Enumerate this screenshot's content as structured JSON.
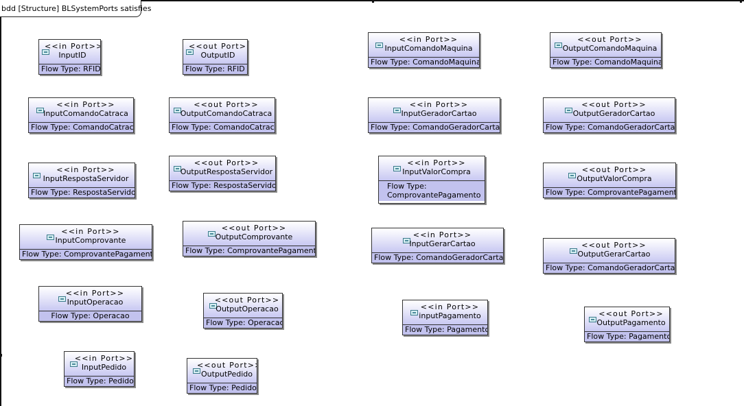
{
  "diagram": {
    "title": "bdd [Structure] BLSystemPorts satisfies",
    "blocks": [
      {
        "stereotype": "<<in Port>>",
        "name": "InputID",
        "flow": "Flow Type: RFID"
      },
      {
        "stereotype": "<<out Port>>",
        "name": "OutputID",
        "flow": "Flow Type: RFID"
      },
      {
        "stereotype": "<<in Port>>",
        "name": "InputComandoMaquina",
        "flow": "Flow Type: ComandoMaquina"
      },
      {
        "stereotype": "<<out Port>>",
        "name": "OutputComandoMaquina",
        "flow": "Flow Type: ComandoMaquina"
      },
      {
        "stereotype": "<<in Port>>",
        "name": "InputComandoCatraca",
        "flow": "Flow Type: ComandoCatraca"
      },
      {
        "stereotype": "<<out Port>>",
        "name": "OutputComandoCatraca",
        "flow": "Flow Type: ComandoCatraca"
      },
      {
        "stereotype": "<<in Port>>",
        "name": "InputGeradorCartao",
        "flow": "Flow Type: ComandoGeradorCartao"
      },
      {
        "stereotype": "<<out Port>>",
        "name": "OutputGeradorCartao",
        "flow": "Flow Type: ComandoGeradorCartao"
      },
      {
        "stereotype": "<<in Port>>",
        "name": "InputRespostaServidor",
        "flow": "Flow Type: RespostaServidor"
      },
      {
        "stereotype": "<<out Port>>",
        "name": "OutputRespostaServidor",
        "flow": "Flow Type: RespostaServidor"
      },
      {
        "stereotype": "<<in Port>>",
        "name": "InputValorCompra",
        "flow": "Flow Type: ComprovantePagamento"
      },
      {
        "stereotype": "<<out Port>>",
        "name": "OutputValorCompra",
        "flow": "Flow Type: ComprovantePagamento"
      },
      {
        "stereotype": "<<in Port>>",
        "name": "InputComprovante",
        "flow": "Flow Type: ComprovantePagamento"
      },
      {
        "stereotype": "<<out Port>>",
        "name": "OutputComprovante",
        "flow": "Flow Type: ComprovantePagamento"
      },
      {
        "stereotype": "<<in Port>>",
        "name": "InputGerarCartao",
        "flow": "Flow Type: ComandoGeradorCartao"
      },
      {
        "stereotype": "<<out Port>>",
        "name": "OutputGerarCartao",
        "flow": "Flow Type: ComandoGeradorCartao"
      },
      {
        "stereotype": "<<in Port>>",
        "name": "InputOperacao",
        "flow": "Flow Type: Operacao"
      },
      {
        "stereotype": "<<out Port>>",
        "name": "OutputOperacao",
        "flow": "Flow Type: Operacao"
      },
      {
        "stereotype": "<<in Port>>",
        "name": "inputPagamento",
        "flow": "Flow Type: Pagamento"
      },
      {
        "stereotype": "<<out Port>>",
        "name": "OutputPagamento",
        "flow": "Flow Type: Pagamento"
      },
      {
        "stereotype": "<<in Port>>",
        "name": "InputPedido",
        "flow": "Flow Type: Pedido"
      },
      {
        "stereotype": "<<out Port>>",
        "name": "OutputPedido",
        "flow": "Flow Type: Pedido"
      }
    ]
  }
}
